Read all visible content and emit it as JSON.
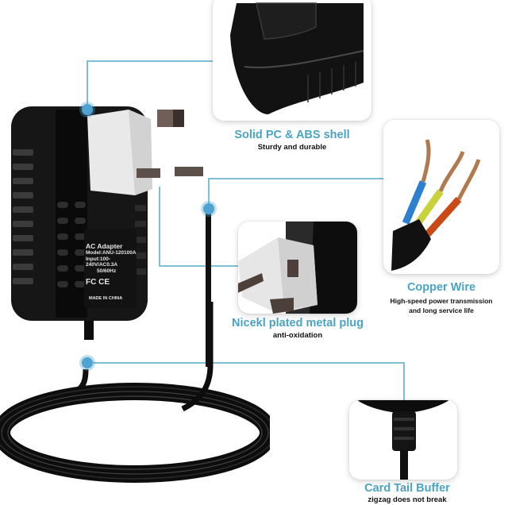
{
  "accent_color": "#4aa3c2",
  "line_color": "#7fbfd6",
  "features": [
    {
      "title": "Solid PC & ABS shell",
      "subtitle": "Sturdy and durable",
      "image": "adapter-shell-closeup"
    },
    {
      "title": "Copper Wire",
      "subtitle_lines": [
        "High-speed power transmission",
        "and long service life"
      ],
      "image": "copper-wire-closeup"
    },
    {
      "title": "Nicekl plated metal plug",
      "subtitle": "anti-oxidation",
      "image": "uk-plug-closeup"
    },
    {
      "title": "Card Tail Buffer",
      "subtitle": "zigzag does not break",
      "image": "strain-relief-closeup"
    }
  ],
  "adapter_label": {
    "line1": "AC Adapter",
    "line2": "Model:ANU-120100A",
    "line3": "Input:100-240V/AC0.3A",
    "line4": "50/60Hz",
    "certifications": "FC CE",
    "origin": "MADE IN CHINA"
  }
}
